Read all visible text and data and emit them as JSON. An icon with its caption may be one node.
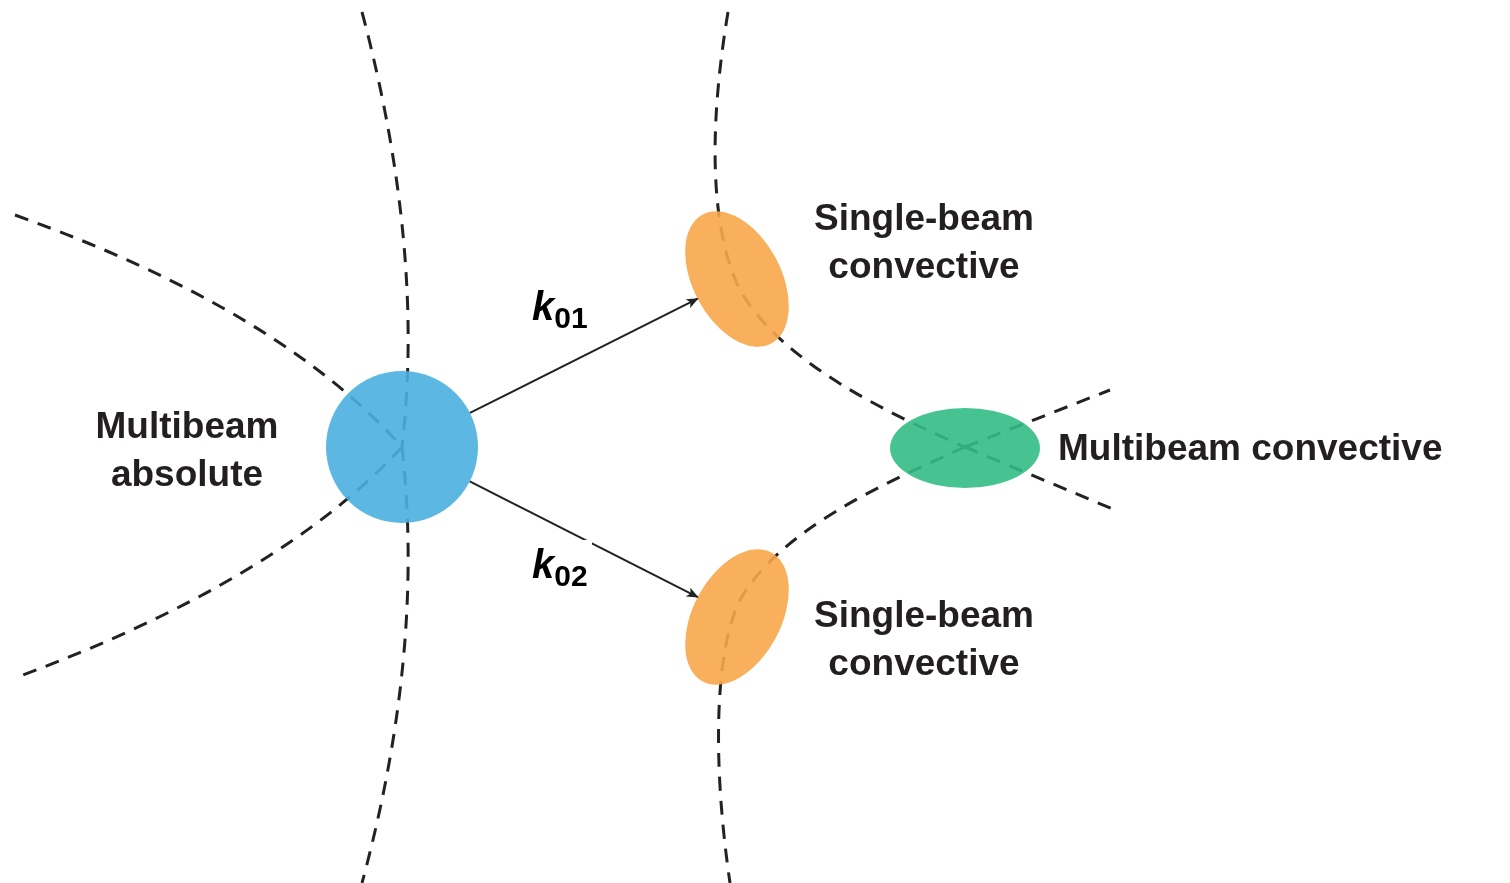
{
  "diagram": {
    "nodes": [
      {
        "text": [],
        "shape": "circle",
        "beside": [
          "Multibeam absolute"
        ]
      },
      {
        "text": [],
        "shape": "ellipse",
        "beside": [
          "Single-beam convective"
        ]
      },
      {
        "text": [],
        "shape": "ellipse",
        "beside": [
          "Single-beam convective"
        ]
      },
      {
        "text": [],
        "shape": "ellipse",
        "beside": [
          "Multibeam convective"
        ]
      }
    ],
    "edges": [
      {
        "from": 0,
        "to": 1,
        "arrow": "to",
        "label": "*k*$_{01}$"
      },
      {
        "from": 0,
        "to": 2,
        "arrow": "to",
        "label": "*k*$_{02}$"
      }
    ]
  }
}
